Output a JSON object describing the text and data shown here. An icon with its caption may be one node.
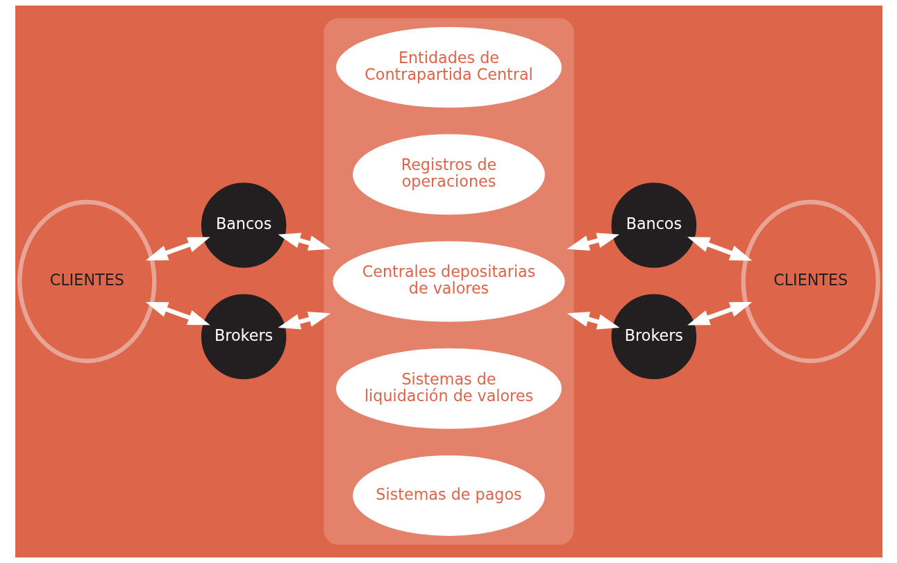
{
  "diagram": {
    "nodes": [
      {
        "text": [
          "CLIENTES"
        ]
      },
      {
        "text": [
          "Bancos"
        ]
      },
      {
        "text": [
          "Brokers"
        ]
      },
      {
        "text": [],
        "shape": "ellipse"
      },
      {
        "text": [
          "Entidades de Contrapartida Central"
        ],
        "in": 3
      },
      {
        "text": [
          "Registros de operaciones"
        ],
        "in": 3
      },
      {
        "text": [
          "Centrales depositarias de valores"
        ],
        "in": 3
      },
      {
        "text": [
          "Sistemas de liquidación de valores"
        ],
        "in": 3
      },
      {
        "text": [
          "Sistemas de pagos"
        ],
        "in": 3
      },
      {
        "text": [
          "Bancos"
        ]
      },
      {
        "text": [
          "Brokers"
        ]
      },
      {
        "text": [
          "CLIENTES"
        ]
      }
    ],
    "edges": [
      {
        "from": 0,
        "to": 1,
        "arrow": "both"
      },
      {
        "from": 1,
        "to": 3,
        "arrow": "both"
      },
      {
        "from": 0,
        "to": 2,
        "arrow": "both"
      },
      {
        "from": 2,
        "to": 3,
        "arrow": "both"
      },
      {
        "from": 3,
        "to": 9,
        "arrow": "both"
      },
      {
        "from": 9,
        "to": 11,
        "arrow": "both"
      },
      {
        "from": 3,
        "to": 10,
        "arrow": "both"
      },
      {
        "from": 10,
        "to": 11,
        "arrow": "both"
      }
    ]
  }
}
